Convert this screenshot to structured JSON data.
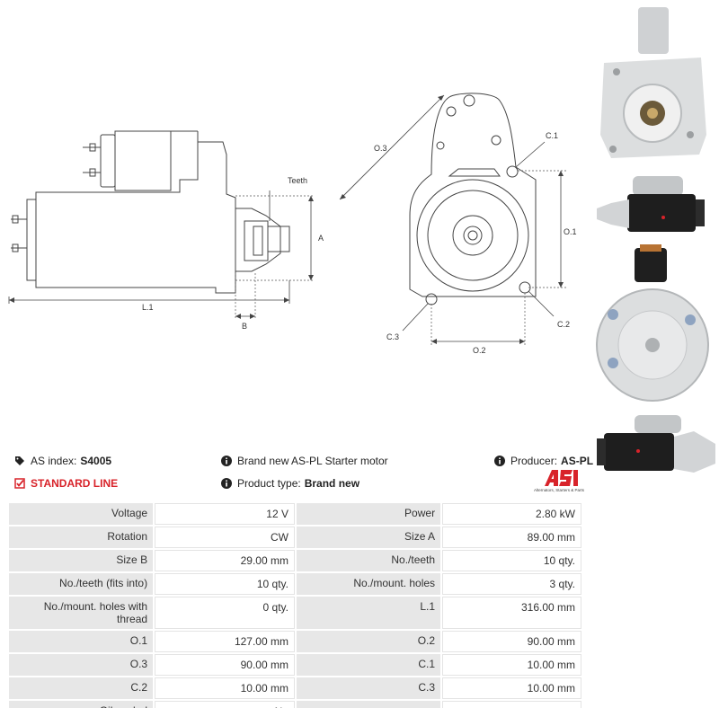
{
  "drawing": {
    "labels": {
      "teeth": "Teeth",
      "a": "A",
      "b": "B",
      "l1": "L.1",
      "o3": "O.3",
      "c1": "C.1",
      "o1": "O.1",
      "c2": "C.2",
      "c3": "C.3",
      "o2": "O.2"
    }
  },
  "info": {
    "as_index_label": "AS index:",
    "as_index_value": "S4005",
    "line": "STANDARD LINE",
    "description": "Brand new AS-PL Starter motor",
    "product_type_label": "Product type:",
    "product_type_value": "Brand new",
    "producer_label": "Producer:",
    "producer_value": "AS-PL"
  },
  "logo": {
    "mark": "AS",
    "subtitle": "Alternators, Starters & Parts"
  },
  "specs": {
    "rows": [
      [
        {
          "label": "Voltage",
          "value": "12 V"
        },
        {
          "label": "Power",
          "value": "2.80 kW"
        }
      ],
      [
        {
          "label": "Rotation",
          "value": "CW"
        },
        {
          "label": "Size A",
          "value": "89.00 mm"
        }
      ],
      [
        {
          "label": "Size B",
          "value": "29.00 mm"
        },
        {
          "label": "No./teeth",
          "value": "10 qty."
        }
      ],
      [
        {
          "label": "No./teeth (fits into)",
          "value": "10 qty."
        },
        {
          "label": "No./mount. holes",
          "value": "3 qty."
        }
      ],
      [
        {
          "label": "No./mount. holes with thread",
          "value": "0 qty."
        },
        {
          "label": "L.1",
          "value": "316.00 mm"
        }
      ],
      [
        {
          "label": "O.1",
          "value": "127.00 mm"
        },
        {
          "label": "O.2",
          "value": "90.00 mm"
        }
      ],
      [
        {
          "label": "O.3",
          "value": "90.00 mm"
        },
        {
          "label": "C.1",
          "value": "10.00 mm"
        }
      ],
      [
        {
          "label": "C.2",
          "value": "10.00 mm"
        },
        {
          "label": "C.3",
          "value": "10.00 mm"
        }
      ],
      [
        {
          "label": "Oil sealed",
          "value": "No"
        },
        {
          "label": "",
          "value": ""
        }
      ]
    ]
  },
  "colors": {
    "accent": "#d8232a",
    "label_bg": "#e7e7e7",
    "line": "#444444"
  }
}
